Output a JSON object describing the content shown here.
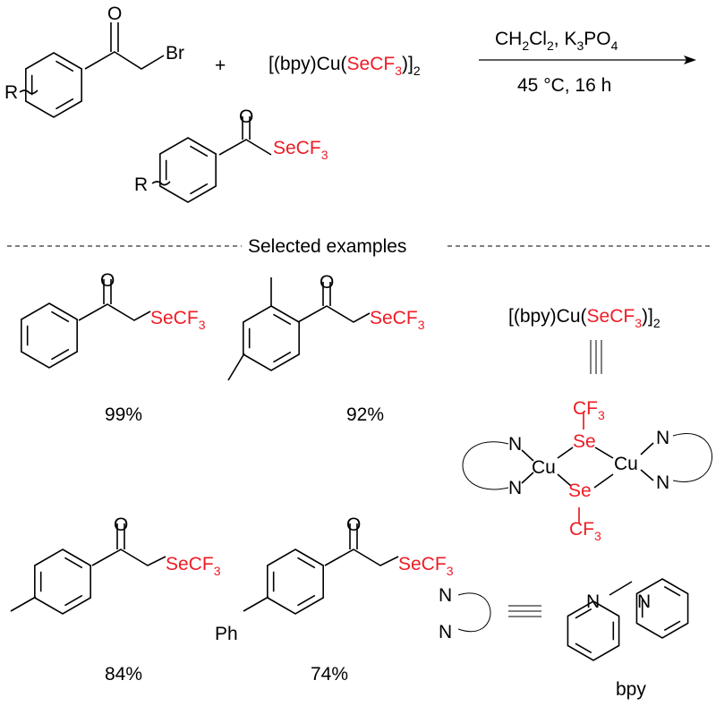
{
  "colors": {
    "highlight": "#ee1c25",
    "text": "#000000"
  },
  "reaction": {
    "reactant_r": "R",
    "reactant_o": "O",
    "reactant_br": "Br",
    "plus": "+",
    "reagent": {
      "pre": "[(bpy)Cu(",
      "red": "SeCF",
      "red_sub": "3",
      "post": ")]",
      "post_sub": "2"
    },
    "conditions_top": {
      "a": "CH",
      "a_sub": "2",
      "b": "Cl",
      "b_sub": "2",
      "c": ", K",
      "c_sub": "3",
      "d": "PO",
      "d_sub": "4"
    },
    "conditions_bottom": "45 °C, 16 h",
    "product_r": "R",
    "product_o": "O",
    "product_group": "SeCF",
    "product_group_sub": "3"
  },
  "section_title": "Selected examples",
  "examples": [
    {
      "o": "O",
      "group": "SeCF",
      "sub": "3",
      "yield": "99%"
    },
    {
      "o": "O",
      "group": "SeCF",
      "sub": "3",
      "yield": "92%"
    },
    {
      "o": "O",
      "group": "SeCF",
      "sub": "3",
      "yield": "84%"
    },
    {
      "o": "O",
      "group": "SeCF",
      "sub": "3",
      "ph": "Ph",
      "yield": "74%"
    }
  ],
  "complex": {
    "formula": {
      "pre": "[(bpy)Cu(",
      "red": "SeCF",
      "red_sub": "3",
      "post": ")]",
      "post_sub": "2"
    },
    "n": "N",
    "cu": "Cu",
    "se": "Se",
    "cf": "CF",
    "cf_sub": "3"
  },
  "bpy": {
    "n": "N",
    "label": "bpy"
  }
}
